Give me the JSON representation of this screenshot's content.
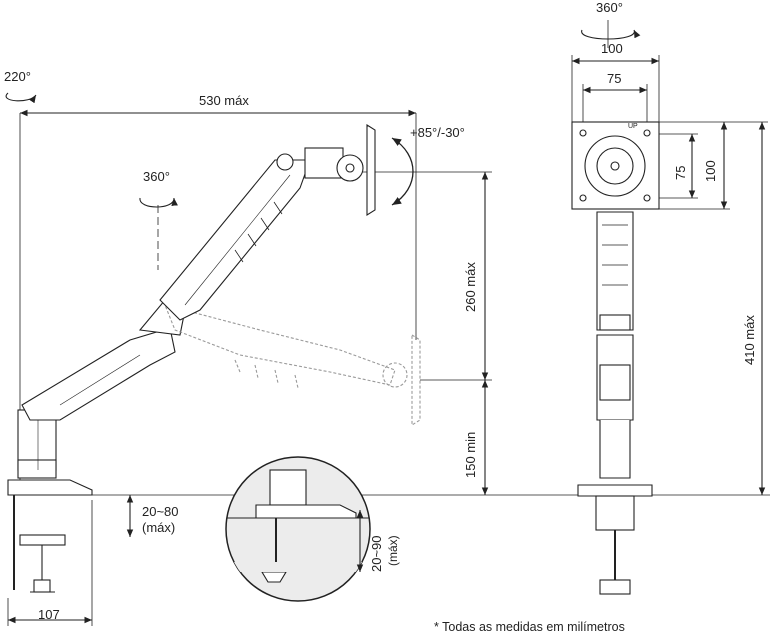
{
  "side_view": {
    "base_rotation": "220°",
    "arm_reach": "530 máx",
    "swivel": "360°",
    "tilt": "+85°/-30°",
    "height_max": "260 máx",
    "height_min": "150 min",
    "desk_thickness": "20~80",
    "desk_thickness_note": "(máx)",
    "clamp_depth": "107"
  },
  "detail_view": {
    "clamp_range": "20~90",
    "clamp_range_note": "(máx)"
  },
  "front_view": {
    "rotation": "360°",
    "vesa_outer_w": "100",
    "vesa_inner_w": "75",
    "vesa_inner_h": "75",
    "vesa_outer_h": "100",
    "total_height": "410 máx",
    "up_marker": "UP"
  },
  "footnote": "* Todas as medidas em milímetros",
  "colors": {
    "line": "#222222",
    "ghost": "#9a9a9a",
    "fill": "#ffffff",
    "detail_bg": "#ececec"
  }
}
